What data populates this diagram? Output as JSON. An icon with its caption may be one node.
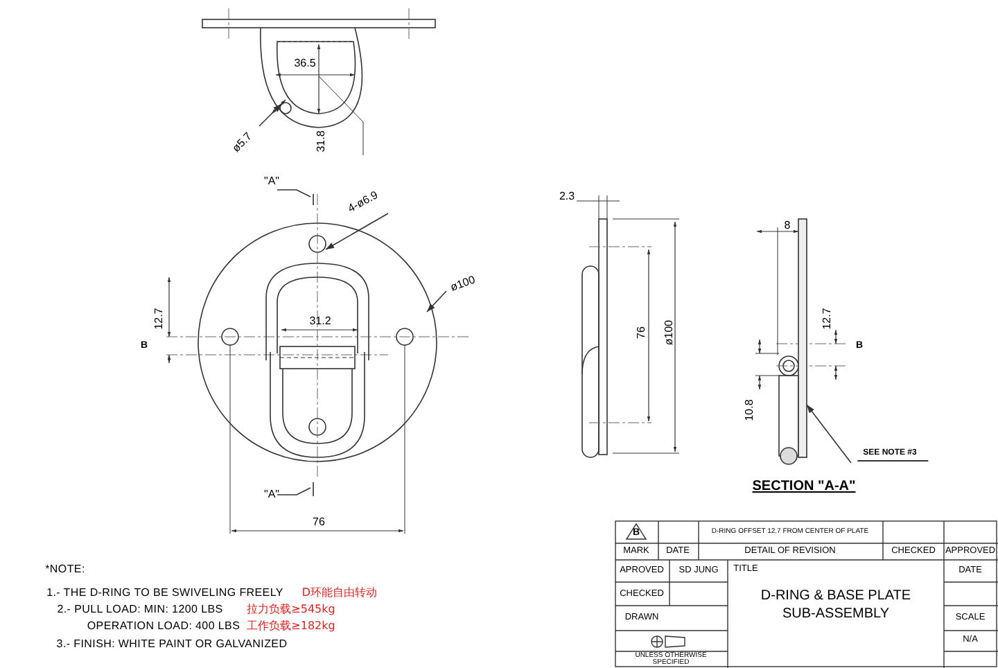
{
  "diagram": {
    "nodes": [
      {
        "text": [
          "SEE NOTE #3"
        ]
      },
      {
        "text": [
          "ø5.7"
        ]
      },
      {
        "text": [
          "4-ø6.9"
        ]
      },
      {
        "text": [
          "ø100"
        ]
      },
      {
        "text": [],
        "shape": "circle"
      },
      {
        "text": [],
        "shape": "bar"
      }
    ],
    "edges": [
      {
        "from": 0,
        "to": 5,
        "arrow": "to"
      },
      {
        "from": 1,
        "to": 4,
        "arrow": "to"
      },
      {
        "from": 2,
        "to": null,
        "arrow": "to"
      },
      {
        "from": 3,
        "to": null,
        "arrow": "to"
      }
    ],
    "labels": [
      "36.5",
      "31.8",
      "\"A\"",
      "12.7",
      "B",
      "31.2",
      "\"A\"",
      "76",
      "2.3",
      "76",
      "ø100",
      "8",
      "12.7",
      "B",
      "10.8",
      "SECTION \"A-A\"",
      "*NOTE:",
      "1.- THE D-RING TO BE SWIVELING FREELY",
      "D环能自由转动",
      "2.- PULL LOAD: MIN: 1200 LBS",
      "拉力负载≥545kg",
      "OPERATION LOAD: 400 LBS",
      "工作负载≥182kg",
      "3.- FINISH: WHITE PAINT OR GALVANIZED",
      "B",
      "D-RING OFFSET 12.7 FROM CENTER OF PLATE",
      "MARK",
      "DATE",
      "DETAIL OF REVISION",
      "CHECKED",
      "APPROVED",
      "APROVED",
      "SD JUNG",
      "TITLE",
      "DATE",
      "D-RING & BASE PLATE SUB-ASSEMBLY",
      "CHECKED",
      "DRAWN",
      "SCALE",
      "N/A",
      "UNLESS OTHERWISE SPECIFIED"
    ]
  }
}
